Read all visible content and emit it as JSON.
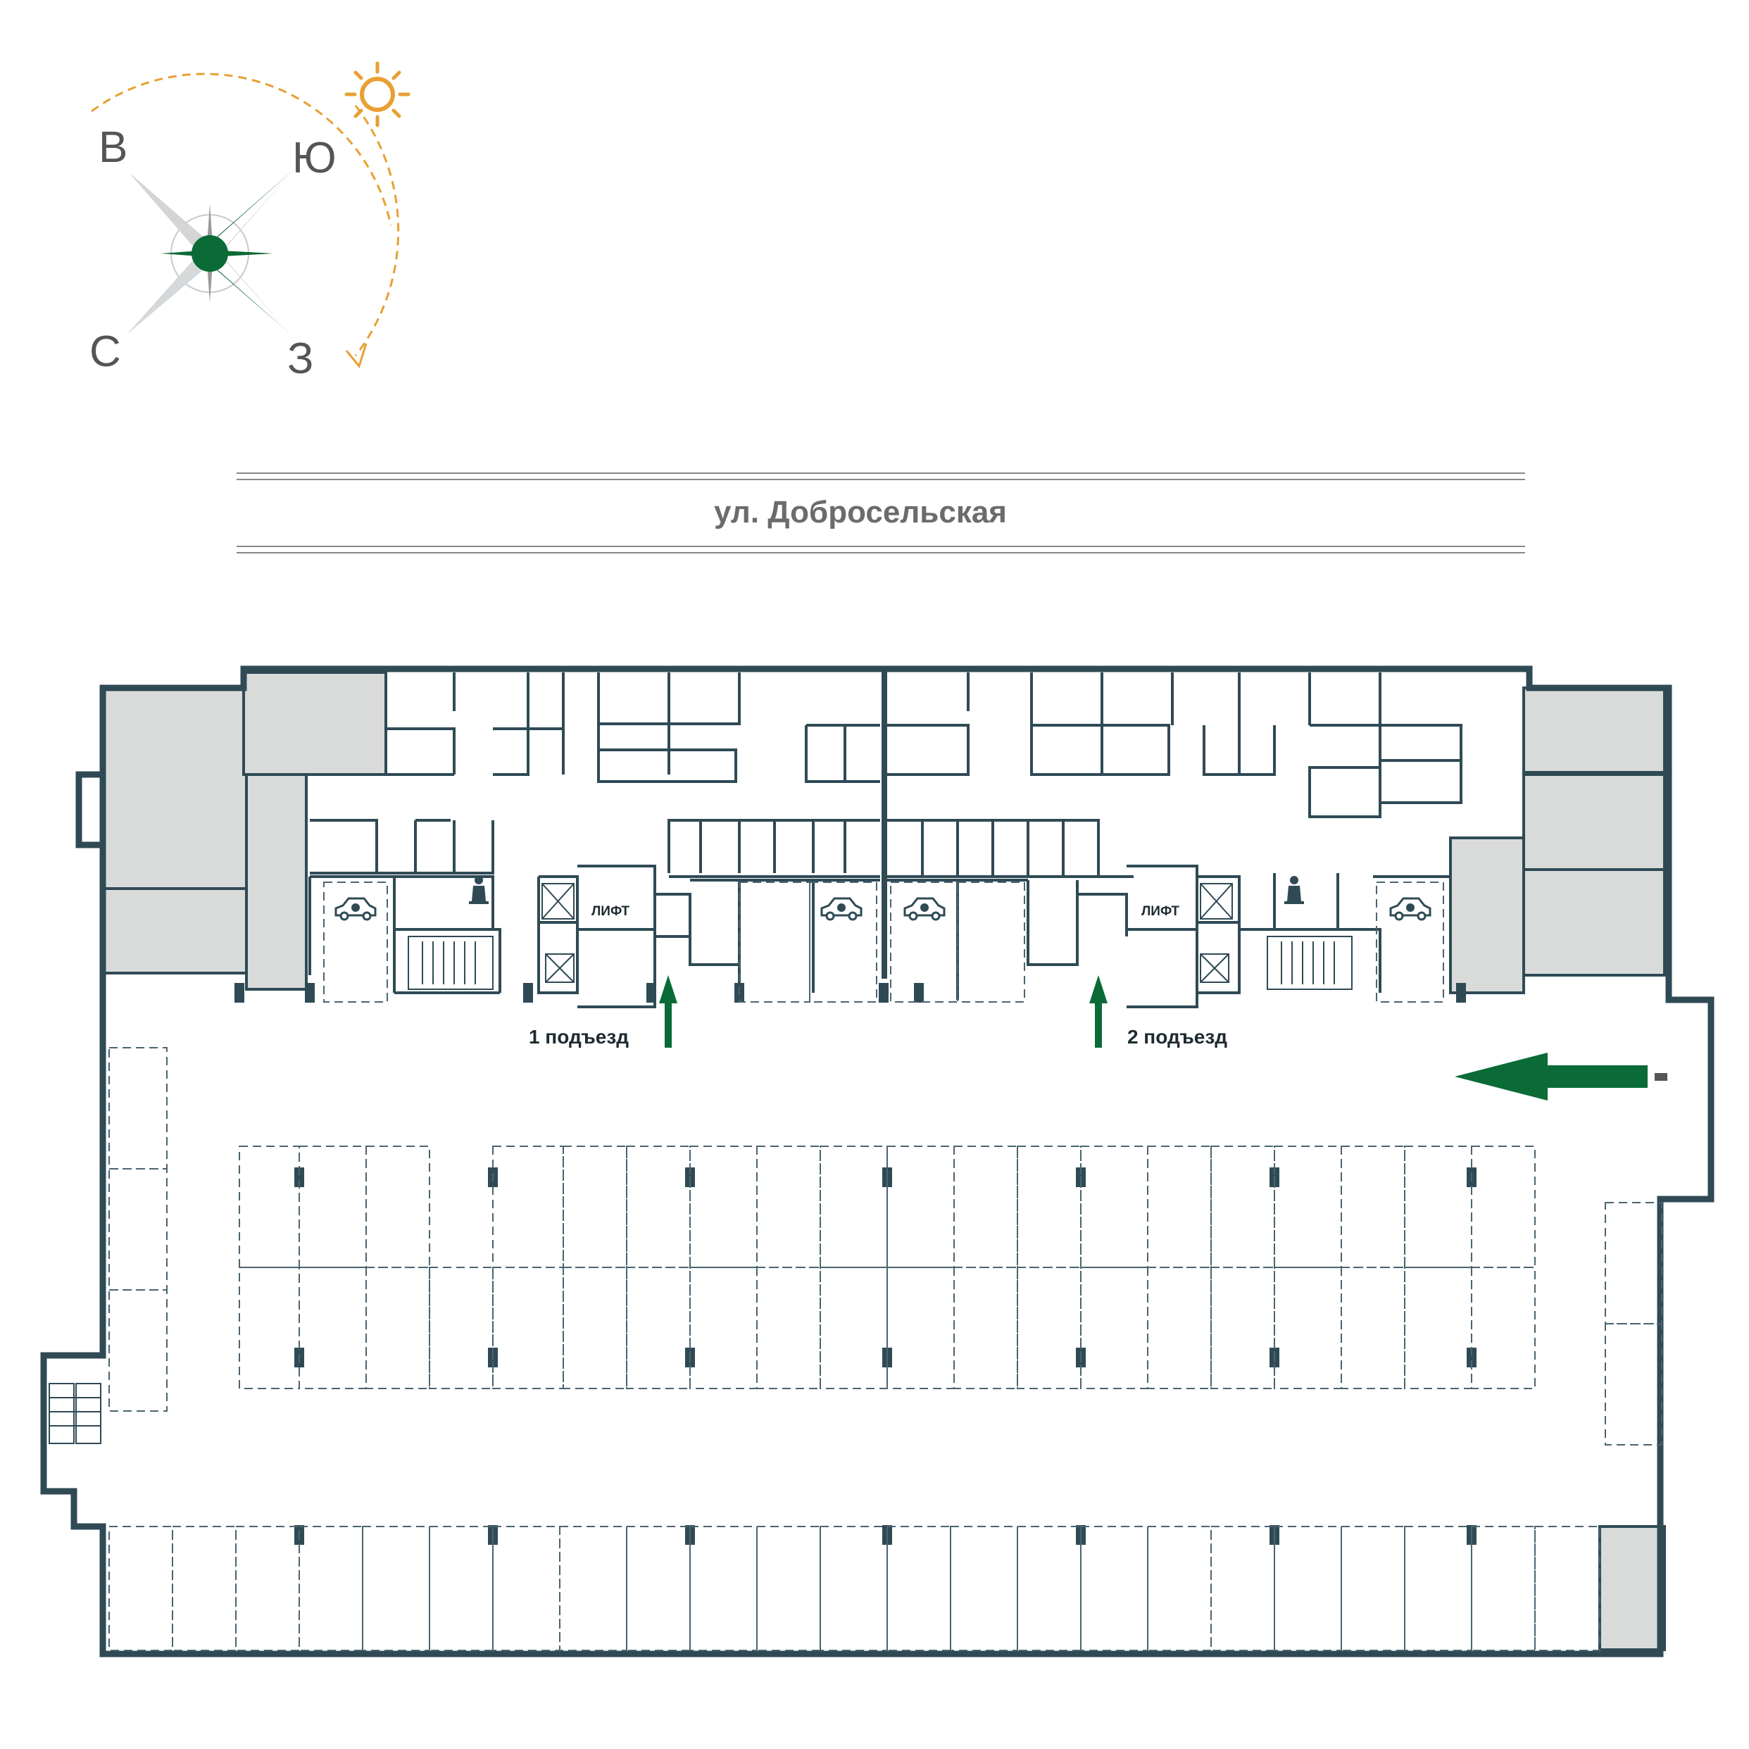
{
  "compass": {
    "east": "В",
    "south": "Ю",
    "north": "С",
    "west": "З"
  },
  "street": {
    "name": "ул. Добросельская"
  },
  "entrances": {
    "first": "1 подъезд",
    "second": "2 подъезд"
  },
  "lifts": {
    "left": "ЛИФТ",
    "right": "ЛИФТ"
  },
  "icons": [
    "sun-icon",
    "compass-rose-icon",
    "ev-charging-car-icon",
    "janitor-room-icon",
    "entry-arrow-icon",
    "entrance-arrow-icon"
  ],
  "colors": {
    "wall": "#2f4a55",
    "accent_green": "#0a6b36",
    "highlight_spot": "#bcdcb4",
    "technical_room": "#d9dbdb",
    "sun": "#e8a032",
    "street_text": "#6b6b6b"
  },
  "parking": {
    "highlighted_spot": "row 1 upper, spot 4"
  }
}
